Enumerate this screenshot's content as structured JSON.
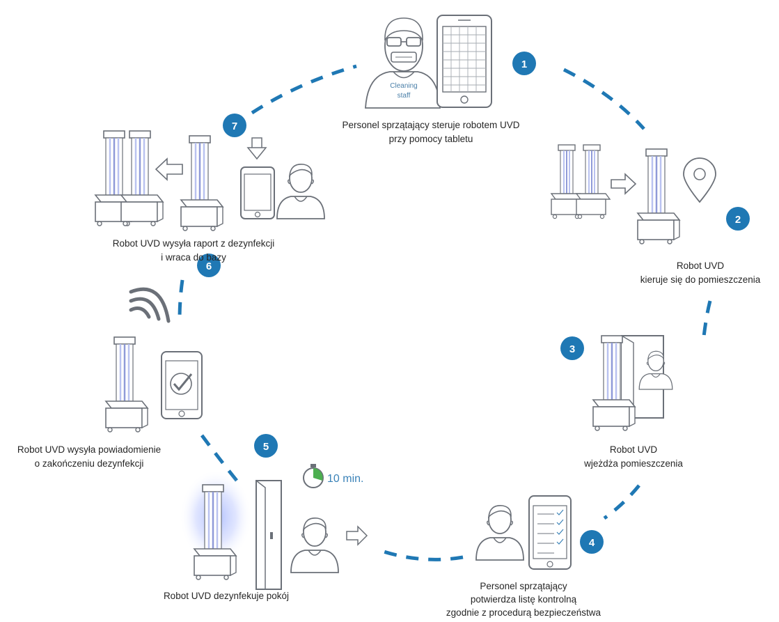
{
  "colors": {
    "accent": "#1f78b4",
    "line": "#8a8f96",
    "stroke": "#6b7078"
  },
  "badge_labels": [
    "1",
    "2",
    "3",
    "4",
    "5",
    "6",
    "7"
  ],
  "steps": [
    {
      "lines": [
        "Personel sprzątający steruje robotem UVD",
        "przy pomocy tabletu"
      ]
    },
    {
      "lines": [
        "Robot UVD",
        "kieruje się do pomieszczenia"
      ]
    },
    {
      "lines": [
        "Robot UVD",
        "wjeżdża pomieszczenia"
      ]
    },
    {
      "lines": [
        "Personel sprzątający",
        "potwierdza listę kontrolną",
        "zgodnie z procedurą bezpieczeństwa"
      ]
    },
    {
      "lines": [
        "Robot UVD dezynfekuje pokój"
      ]
    },
    {
      "lines": [
        "Robot UVD wysyła powiadomienie",
        "o zakończeniu dezynfekcji"
      ]
    },
    {
      "lines": [
        "Robot UVD wysyła raport z dezynfekcji",
        "i wraca do bazy"
      ]
    }
  ],
  "shirt_label": [
    "Cleaning",
    "staff"
  ],
  "timer_label": "10 min."
}
